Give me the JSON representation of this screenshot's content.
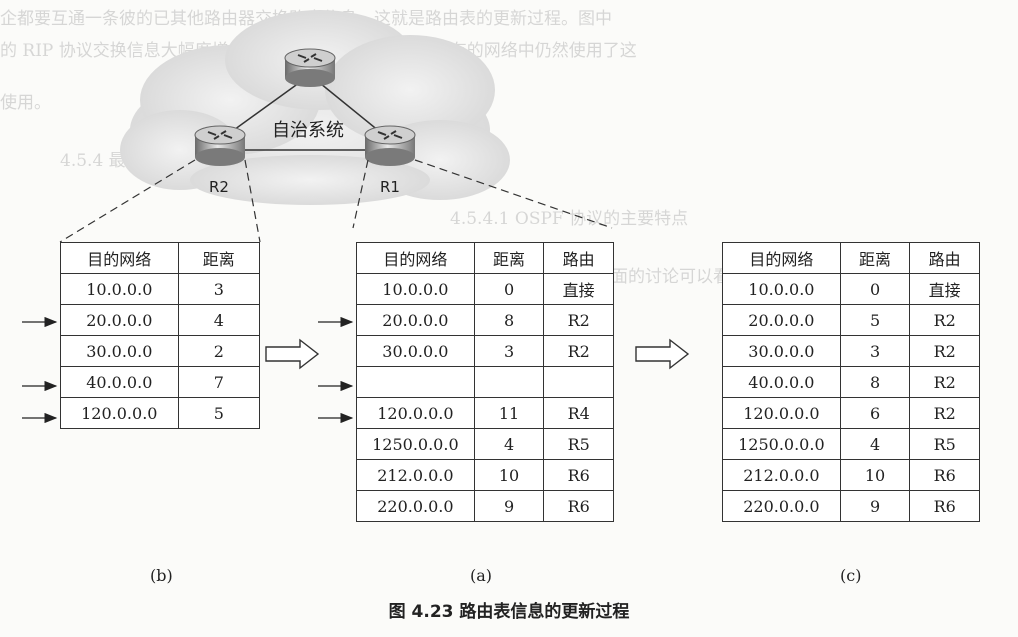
{
  "background_text": [
    "企都要互通一条彼的已其他路由器交换路由信息，这就是路由表的更新过程。图中",
    "的 RIP 协议交换信息大幅度增加，但是，由于协议的简单，有的网络中仍然使用了这",
    "使用。",
    "4.5.4   最短路径优先协议 OSPF",
    "4.5.4.1   OSPF 协议的主要特点",
    "通过前面的讨论可以看到，RIP 协议的主要问题是……",
    "……"
  ],
  "diagram": {
    "as_label": "自治系统",
    "routers": [
      "R2",
      "R1"
    ],
    "headers": {
      "net": "目的网络",
      "dist": "距离",
      "route": "路由"
    }
  },
  "table_b": {
    "label": "(b)",
    "rows": [
      {
        "net": "10.0.0.0",
        "dist": "3"
      },
      {
        "net": "20.0.0.0",
        "dist": "4"
      },
      {
        "net": "30.0.0.0",
        "dist": "2"
      },
      {
        "net": "40.0.0.0",
        "dist": "7"
      },
      {
        "net": "120.0.0.0",
        "dist": "5"
      }
    ]
  },
  "table_a": {
    "label": "(a)",
    "rows": [
      {
        "net": "10.0.0.0",
        "dist": "0",
        "route": "直接"
      },
      {
        "net": "20.0.0.0",
        "dist": "8",
        "route": "R2"
      },
      {
        "net": "30.0.0.0",
        "dist": "3",
        "route": "R2"
      },
      {
        "net": "",
        "dist": "",
        "route": ""
      },
      {
        "net": "120.0.0.0",
        "dist": "11",
        "route": "R4"
      },
      {
        "net": "1250.0.0.0",
        "dist": "4",
        "route": "R5"
      },
      {
        "net": "212.0.0.0",
        "dist": "10",
        "route": "R6"
      },
      {
        "net": "220.0.0.0",
        "dist": "9",
        "route": "R6"
      }
    ]
  },
  "table_c": {
    "label": "(c)",
    "rows": [
      {
        "net": "10.0.0.0",
        "dist": "0",
        "route": "直接"
      },
      {
        "net": "20.0.0.0",
        "dist": "5",
        "route": "R2"
      },
      {
        "net": "30.0.0.0",
        "dist": "3",
        "route": "R2"
      },
      {
        "net": "40.0.0.0",
        "dist": "8",
        "route": "R2"
      },
      {
        "net": "120.0.0.0",
        "dist": "6",
        "route": "R2"
      },
      {
        "net": "1250.0.0.0",
        "dist": "4",
        "route": "R5"
      },
      {
        "net": "212.0.0.0",
        "dist": "10",
        "route": "R6"
      },
      {
        "net": "220.0.0.0",
        "dist": "9",
        "route": "R6"
      }
    ]
  },
  "caption": "图 4.23    路由表信息的更新过程"
}
